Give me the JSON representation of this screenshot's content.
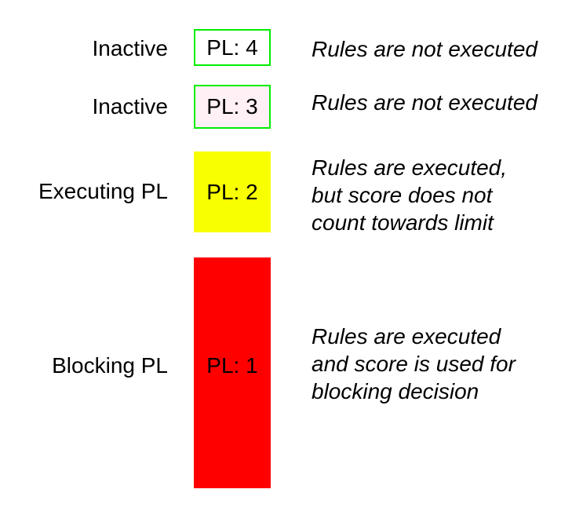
{
  "diagram": {
    "subject": "protection-levels",
    "colors": {
      "background": "#ffffff",
      "inactive_border": "#00ee00",
      "pl4_fill": "#ffffff",
      "pl3_fill": "#fff0f5",
      "pl2_fill": "#f8ff00",
      "pl1_fill": "#ff0000",
      "text": "#000000"
    },
    "rows": [
      {
        "label": "Inactive",
        "box_label": "PL: 4",
        "description_lines": [
          "Rules are not executed"
        ]
      },
      {
        "label": "Inactive",
        "box_label": "PL: 3",
        "description_lines": [
          "Rules are not executed"
        ]
      },
      {
        "label": "Executing PL",
        "box_label": "PL: 2",
        "description_lines": [
          "Rules are executed,",
          "but score does not",
          "count towards limit"
        ]
      },
      {
        "label": "Blocking PL",
        "box_label": "PL: 1",
        "description_lines": [
          "Rules are executed",
          "and score is used for",
          "blocking decision"
        ]
      }
    ]
  }
}
